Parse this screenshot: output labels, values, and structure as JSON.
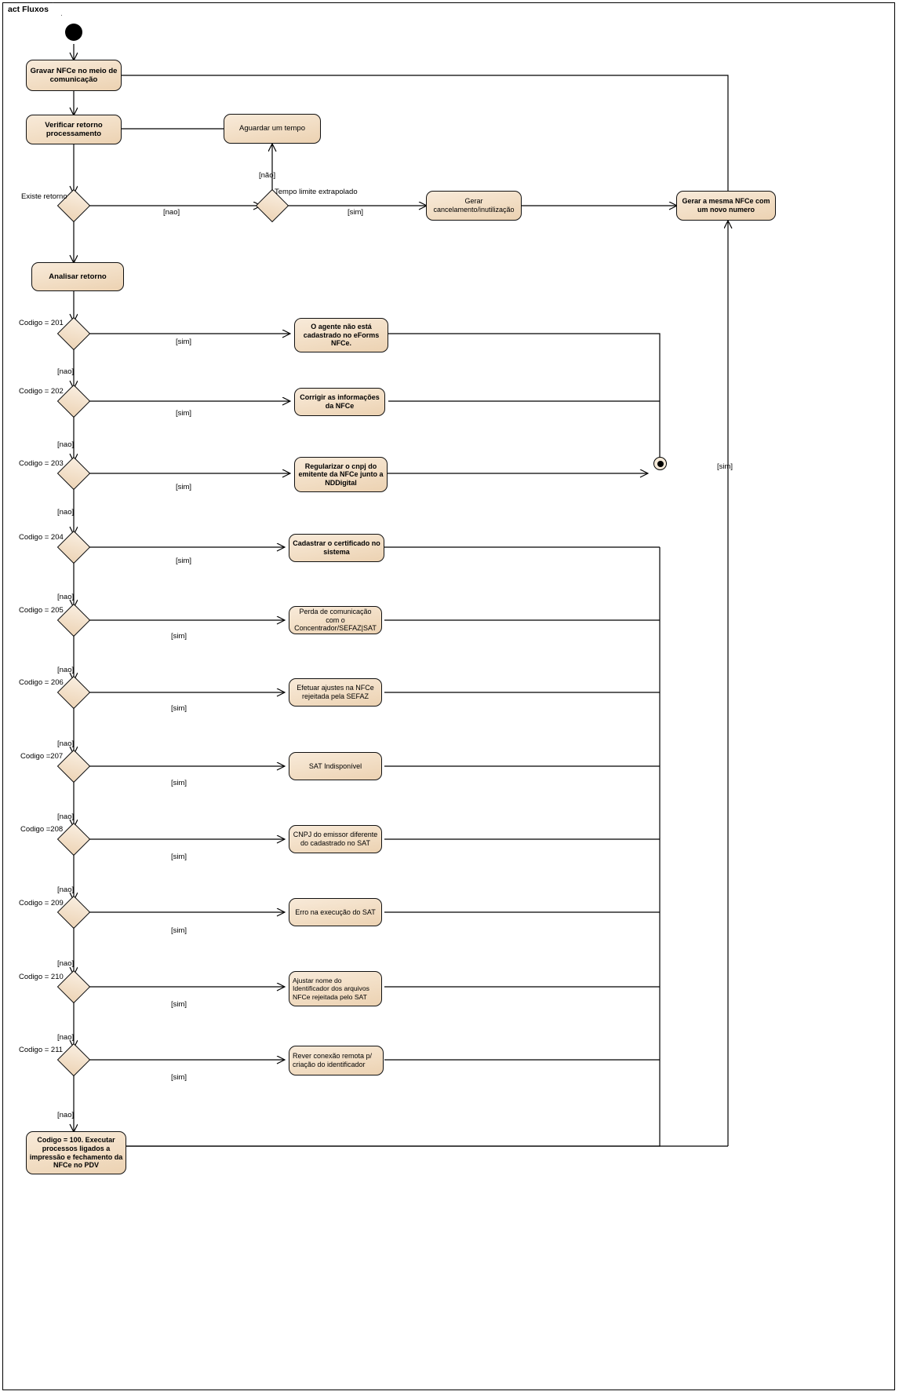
{
  "frame": {
    "label": "act Fluxos"
  },
  "diagram": {
    "type": "uml-activity-diagram",
    "initial_node": "start",
    "final_node": "activity-final",
    "actions": [
      {
        "id": "gravar",
        "label": "Gravar NFCe no meio de comunicação"
      },
      {
        "id": "verificar",
        "label": "Verificar retorno processamento"
      },
      {
        "id": "aguardar",
        "label": "Aguardar um tempo"
      },
      {
        "id": "cancelar",
        "label": "Gerar cancelamento/inutilização"
      },
      {
        "id": "mesma-nfce",
        "label": "Gerar a mesma NFCe com um novo numero"
      },
      {
        "id": "analisar",
        "label": "Analisar retorno"
      },
      {
        "id": "a201",
        "label": "O agente não está cadastrado no eForms NFCe."
      },
      {
        "id": "a202",
        "label": "Corrigir as informações da NFCe"
      },
      {
        "id": "a203",
        "label": "Regularizar o cnpj do emitente da NFCe junto a NDDigital"
      },
      {
        "id": "a204",
        "label": "Cadastrar o certificado no sistema"
      },
      {
        "id": "a205",
        "label": "Perda de comunicação com o Concentrador/SEFAZ|SAT"
      },
      {
        "id": "a206",
        "label": "Efetuar ajustes na NFCe rejeitada pela SEFAZ"
      },
      {
        "id": "a207",
        "label": "SAT Indisponível"
      },
      {
        "id": "a208",
        "label": "CNPJ do emissor diferente do cadastrado no SAT"
      },
      {
        "id": "a209",
        "label": "Erro na execução do SAT"
      },
      {
        "id": "a210",
        "label": "Ajustar nome do Identificador dos arquivos\nNFCe rejeitada pelo SAT"
      },
      {
        "id": "a211",
        "label": "Rever conexão remota p/ criação do identificador"
      },
      {
        "id": "a100",
        "label": "Codigo = 100. Executar processos ligados a impressão e fechamento da NFCe no PDV"
      }
    ],
    "decisions": [
      {
        "id": "d-existe",
        "label": "Existe retorno"
      },
      {
        "id": "d-tempo",
        "label": "Tempo limite extrapolado"
      },
      {
        "id": "d-201",
        "label": "Codigo = 201"
      },
      {
        "id": "d-202",
        "label": "Codigo = 202"
      },
      {
        "id": "d-203",
        "label": "Codigo = 203"
      },
      {
        "id": "d-204",
        "label": "Codigo = 204"
      },
      {
        "id": "d-205",
        "label": "Codigo = 205"
      },
      {
        "id": "d-206",
        "label": "Codigo = 206"
      },
      {
        "id": "d-207",
        "label": "Codigo =207"
      },
      {
        "id": "d-208",
        "label": "Codigo =208"
      },
      {
        "id": "d-209",
        "label": "Codigo = 209"
      },
      {
        "id": "d-210",
        "label": "Codigo = 210"
      },
      {
        "id": "d-211",
        "label": "Codigo = 211"
      }
    ],
    "guards": {
      "nao_accent": "[não]",
      "nao": "[nao]",
      "sim": "[sim]"
    },
    "edge_labels": [
      {
        "id": "e-existe-nao",
        "text": "[nao]"
      },
      {
        "id": "e-tempo-sim",
        "text": "[sim]"
      },
      {
        "id": "e-tempo-nao",
        "text": "[não]"
      },
      {
        "id": "e-201-sim",
        "text": "[sim]"
      },
      {
        "id": "e-201-nao",
        "text": "[nao]"
      },
      {
        "id": "e-202-sim",
        "text": "[sim]"
      },
      {
        "id": "e-202-nao",
        "text": "[nao]"
      },
      {
        "id": "e-203-sim",
        "text": "[sim]"
      },
      {
        "id": "e-203-nao",
        "text": "[nao]"
      },
      {
        "id": "e-204-sim",
        "text": "[sim]"
      },
      {
        "id": "e-204-nao",
        "text": "[nao]"
      },
      {
        "id": "e-205-sim",
        "text": "[sim]"
      },
      {
        "id": "e-205-nao",
        "text": "[nao]"
      },
      {
        "id": "e-206-sim",
        "text": "[sim]"
      },
      {
        "id": "e-206-nao",
        "text": "[nao]"
      },
      {
        "id": "e-207-sim",
        "text": "[sim]"
      },
      {
        "id": "e-207-nao",
        "text": "[nao]"
      },
      {
        "id": "e-208-sim",
        "text": "[sim]"
      },
      {
        "id": "e-208-nao",
        "text": "[nao]"
      },
      {
        "id": "e-209-sim",
        "text": "[sim]"
      },
      {
        "id": "e-209-nao",
        "text": "[nao]"
      },
      {
        "id": "e-210-sim",
        "text": "[sim]"
      },
      {
        "id": "e-210-nao",
        "text": "[nao]"
      },
      {
        "id": "e-211-sim",
        "text": "[sim]"
      },
      {
        "id": "e-211-nao",
        "text": "[nao]"
      },
      {
        "id": "e-return-sim",
        "text": "[sim]"
      }
    ],
    "colors": {
      "node_fill_light": "#f8ead9",
      "node_fill_dark": "#ecd2b2",
      "stroke": "#111111",
      "background": "#ffffff"
    }
  }
}
